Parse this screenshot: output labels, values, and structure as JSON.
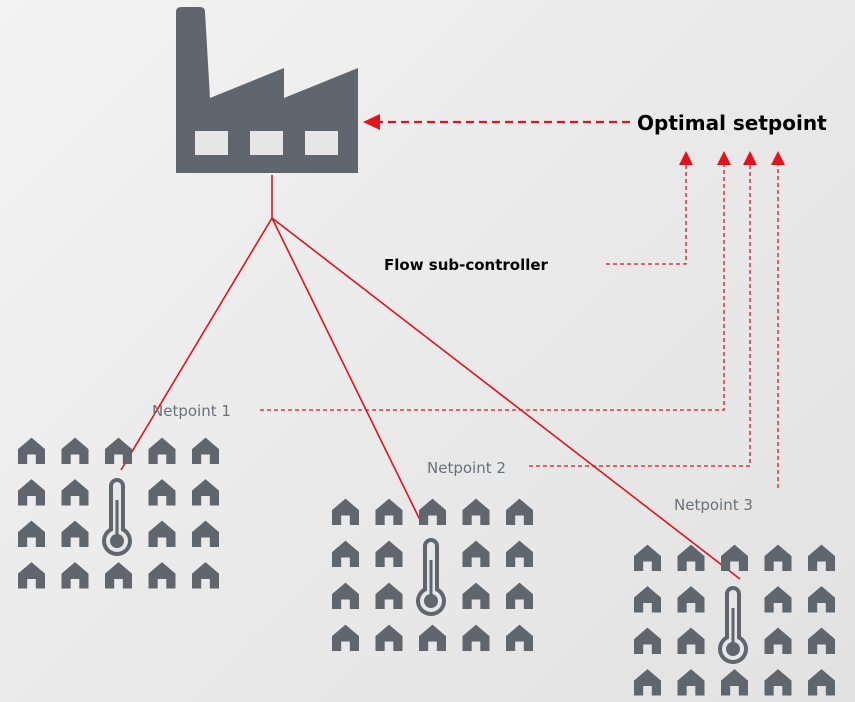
{
  "labels": {
    "optimal_setpoint": "Optimal setpoint",
    "flow_subcontroller": "Flow sub-controller",
    "netpoint_1": "Netpoint 1",
    "netpoint_2": "Netpoint 2",
    "netpoint_3": "Netpoint 3"
  },
  "colors": {
    "icon": "#5f666d",
    "accent": "#e3121b",
    "label_gray": "#6b7178"
  },
  "icons": {
    "plant": "factory-icon",
    "house": "house-icon",
    "sensor": "thermometer-icon"
  },
  "clusters": [
    {
      "name": "neighborhood-1",
      "rows": 4,
      "cols": 5
    },
    {
      "name": "neighborhood-2",
      "rows": 4,
      "cols": 5
    },
    {
      "name": "neighborhood-3",
      "rows": 4,
      "cols": 5
    }
  ]
}
